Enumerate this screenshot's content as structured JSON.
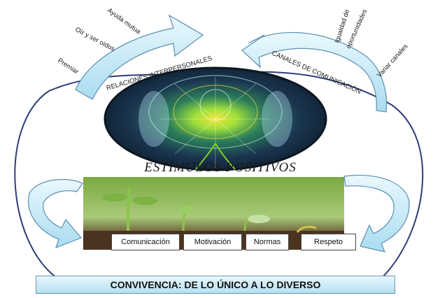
{
  "left_arc": {
    "title": "RELACIONES  INTERPERSONALES",
    "items": [
      "Ayuda mutua",
      "Oír y ser oídos",
      "Premiar"
    ]
  },
  "right_arc": {
    "title": "CANALES DE COMUNICACIÓN",
    "items": [
      "Igualdad de",
      "oportunidades",
      "Variar canales"
    ]
  },
  "center": {
    "title": "ESTÍMULOS  POSITIVOS"
  },
  "labels": [
    "Comunicación",
    "Motivación",
    "Normas",
    "Respeto"
  ],
  "footer": {
    "title": "CONVIVENCIA: DE LO ÚNICO A LO DIVERSO"
  },
  "colors": {
    "arrow_fill": "#c8ebf7",
    "arrow_stroke": "#5c8fb3",
    "connector": "#2f3e77",
    "mandala_dark": "#0f1f2e",
    "mandala_green": "#7ed321",
    "mandala_yellow": "#f2e33a",
    "photo_green": "#6e9e34",
    "soil": "#4a3320"
  },
  "icons": {
    "mandala": "mandala-image",
    "seedlings": "seedlings-photo"
  }
}
